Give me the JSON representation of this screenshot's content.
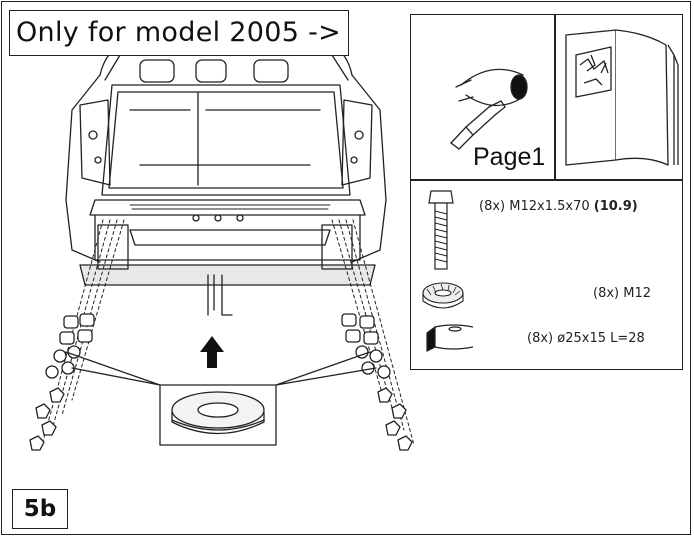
{
  "header": {
    "model_note": "Only for model 2005 ->"
  },
  "step": {
    "label": "5b"
  },
  "parts_panel": {
    "reference": "Page1",
    "items": [
      {
        "qty": "(8x)",
        "spec": "M12x1.5x70",
        "grade": "(10.9)",
        "icon": "bolt-icon"
      },
      {
        "qty": "(8x)",
        "spec": "M12",
        "icon": "lock-washer-icon"
      },
      {
        "qty": "(8x)",
        "spec": "ø25x15 L=28",
        "icon": "spacer-sleeve-icon"
      }
    ]
  }
}
